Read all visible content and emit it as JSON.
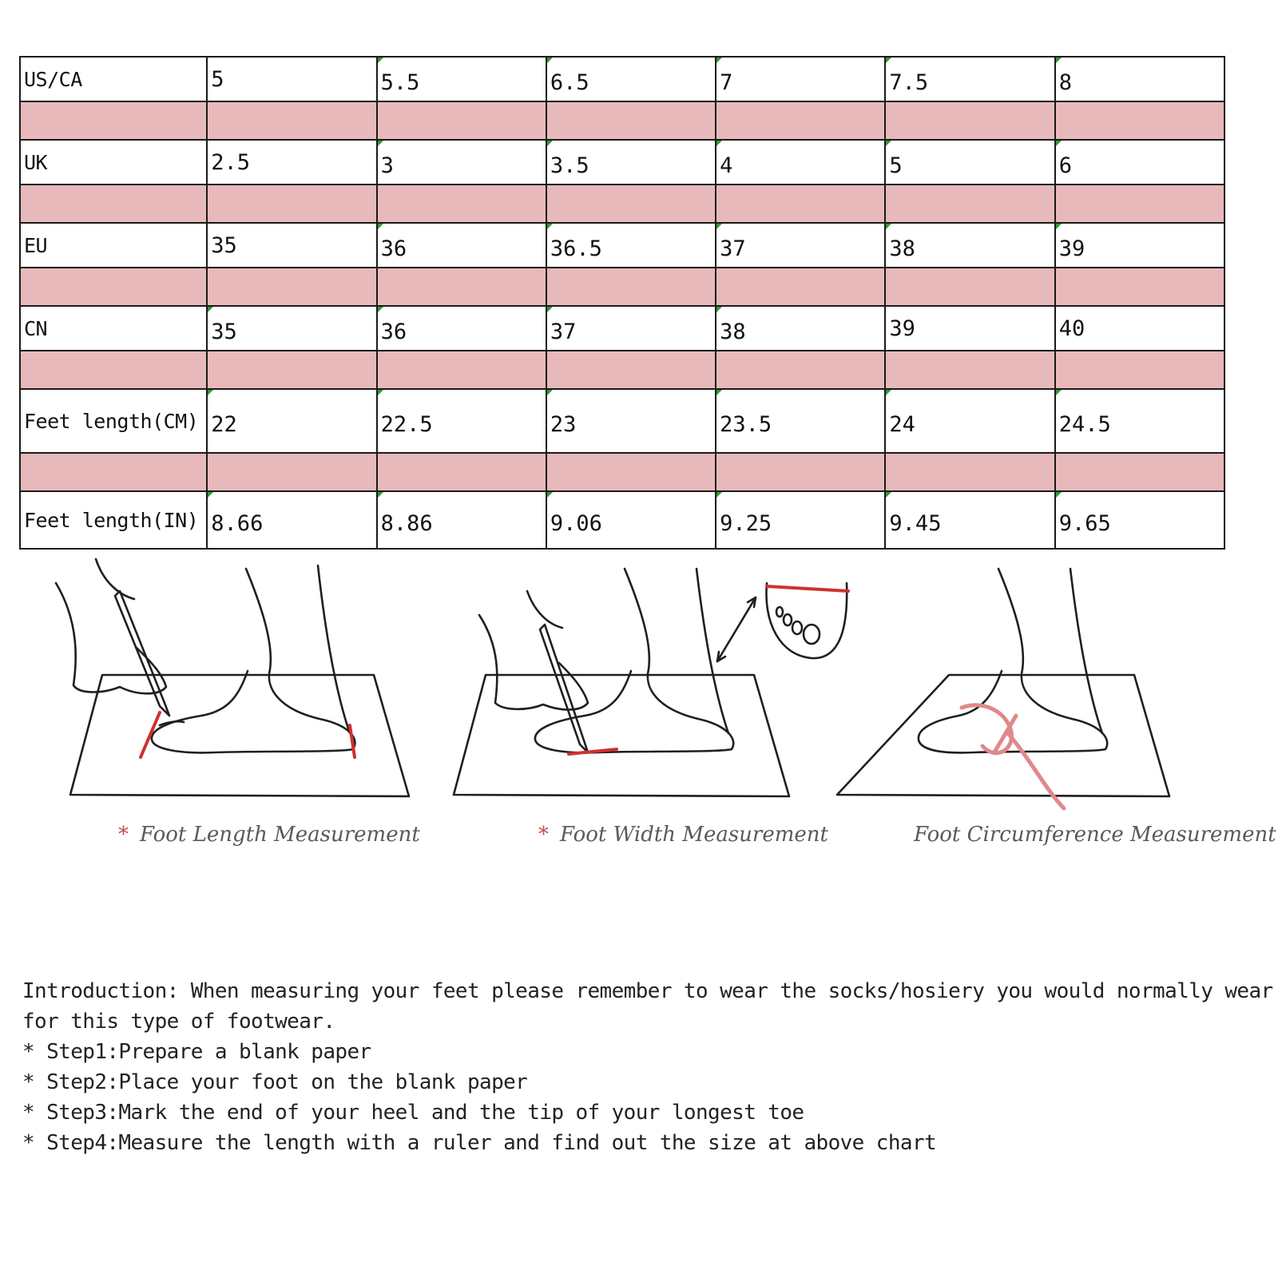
{
  "size_chart": {
    "rows": [
      {
        "label": "US/CA",
        "values": [
          "5",
          "5.5",
          "6.5",
          "7",
          "7.5",
          "8"
        ]
      },
      {
        "label": "UK",
        "values": [
          "2.5",
          "3",
          "3.5",
          "4",
          "5",
          "6"
        ]
      },
      {
        "label": "EU",
        "values": [
          "35",
          "36",
          "36.5",
          "37",
          "38",
          "39"
        ]
      },
      {
        "label": "CN",
        "values": [
          "35",
          "36",
          "37",
          "38",
          "39",
          "40"
        ]
      },
      {
        "label": "Feet length(CM)",
        "values": [
          "22",
          "22.5",
          "23",
          "23.5",
          "24",
          "24.5"
        ]
      },
      {
        "label": "Feet length(IN)",
        "values": [
          "8.66",
          "8.86",
          "9.06",
          "9.25",
          "9.45",
          "9.65"
        ]
      }
    ]
  },
  "illustrations": {
    "captions": [
      {
        "star": "*",
        "text": "Foot Length Measurement"
      },
      {
        "star": "*",
        "text": "Foot Width Measurement"
      },
      {
        "star": "",
        "text": "Foot Circumference Measurement"
      }
    ],
    "colors": {
      "line": "#1f1f1f",
      "mark": "#d03030",
      "tape": "#e0888c",
      "spacer_row": "#e8b9bb"
    }
  },
  "instructions": {
    "intro_line1": "Introduction: When measuring your feet please remember to wear the socks/hosiery you would normally wear",
    "intro_line2": "for this type of footwear.",
    "steps": [
      "* Step1:Prepare a blank paper",
      "* Step2:Place your foot on the blank paper",
      "* Step3:Mark the end of your heel and the tip of your longest toe",
      "* Step4:Measure the length with a ruler and find out the size at above chart"
    ]
  }
}
